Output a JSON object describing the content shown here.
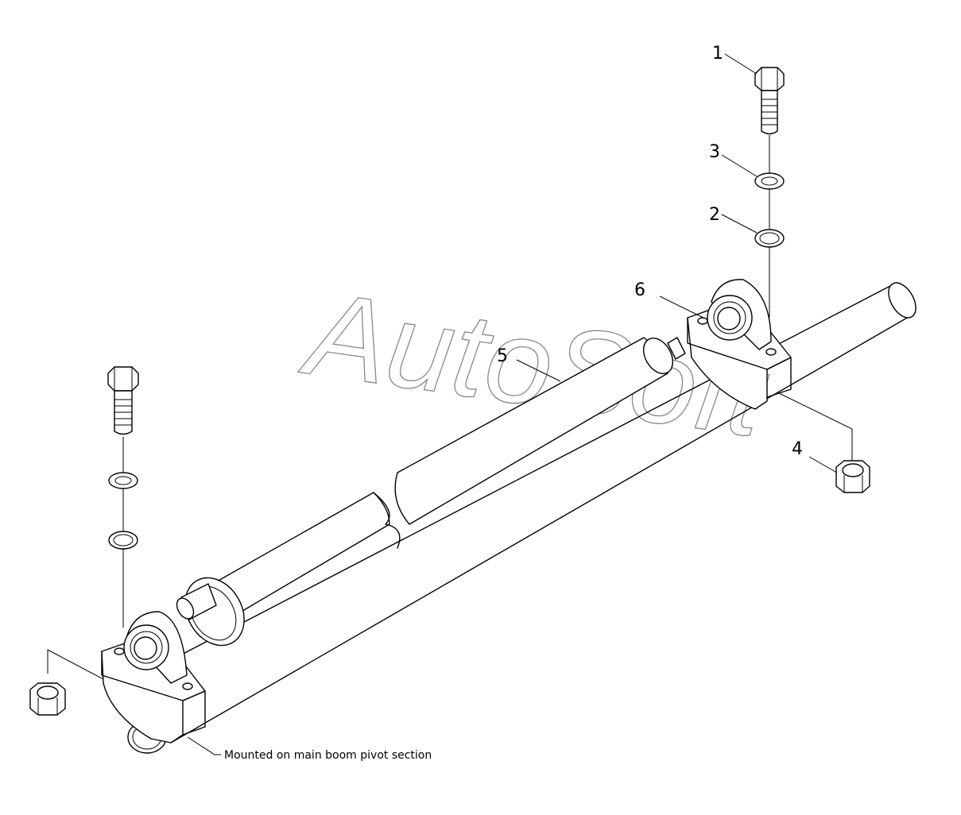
{
  "diagram": {
    "callouts": [
      {
        "id": "c1",
        "label": "1"
      },
      {
        "id": "c2",
        "label": "2"
      },
      {
        "id": "c3",
        "label": "3"
      },
      {
        "id": "c4",
        "label": "4"
      },
      {
        "id": "c5",
        "label": "5"
      },
      {
        "id": "c6",
        "label": "6"
      }
    ],
    "note": "Mounted on main boom pivot section",
    "watermark": "AutoSoft"
  }
}
